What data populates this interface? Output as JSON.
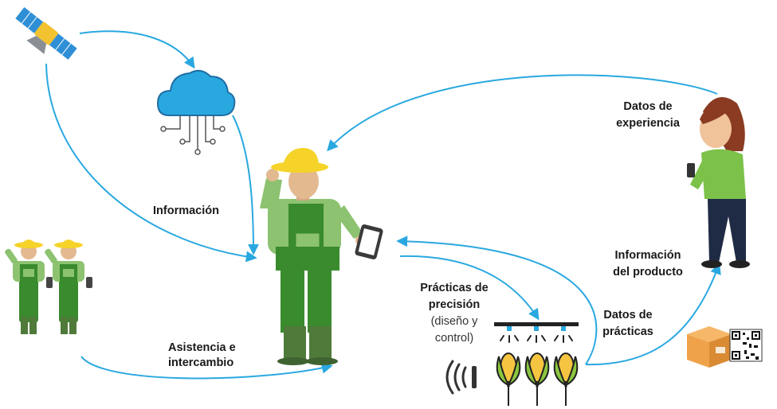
{
  "labels": {
    "informacion": "Información",
    "asistencia_1": "Asistencia e",
    "asistencia_2": "intercambio",
    "practicas_1": "Prácticas de",
    "practicas_2": "precisión",
    "practicas_3": "(diseño y",
    "practicas_4": "control)",
    "datos_exp_1": "Datos de",
    "datos_exp_2": "experiencia",
    "info_prod_1": "Información",
    "info_prod_2": "del producto",
    "datos_prac_1": "Datos de",
    "datos_prac_2": "prácticas"
  },
  "colors": {
    "arrow": "#29a8e0",
    "cloud": "#29a8e0",
    "hat": "#f5d328",
    "overall": "#3a8a2e",
    "shirt": "#8cc270",
    "boots": "#4f7a3a",
    "consumer_shirt": "#7cc24a",
    "consumer_pants": "#1f2a44",
    "box": "#f0a24a"
  }
}
